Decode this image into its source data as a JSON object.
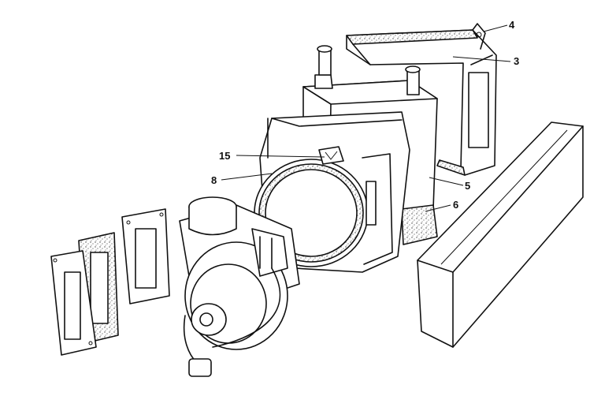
{
  "diagram": {
    "callouts": [
      {
        "id": "4",
        "label": "4"
      },
      {
        "id": "3",
        "label": "3"
      },
      {
        "id": "15",
        "label": "15"
      },
      {
        "id": "8",
        "label": "8"
      },
      {
        "id": "5",
        "label": "5"
      },
      {
        "id": "6",
        "label": "6"
      }
    ],
    "colors": {
      "ink": "#111111",
      "paper": "#ffffff"
    }
  }
}
